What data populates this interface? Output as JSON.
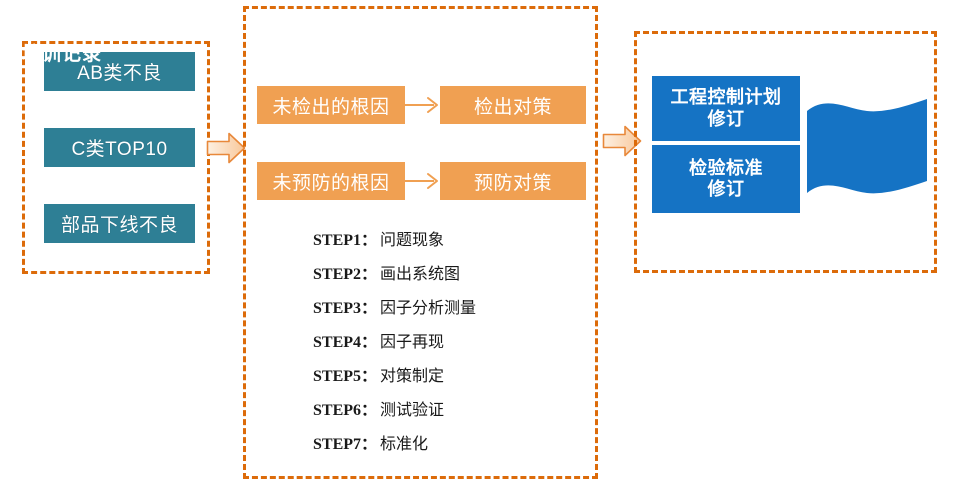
{
  "diagram": {
    "groups": {
      "left": {
        "name": "problem-sources"
      },
      "middle": {
        "name": "analysis-process"
      },
      "right": {
        "name": "standardization-outputs"
      }
    },
    "sources": [
      {
        "label": "AB类不良"
      },
      {
        "label": "C类TOP10"
      },
      {
        "label": "部品下线不良"
      }
    ],
    "causes": [
      {
        "cause": "未检出的根因",
        "action": "检出对策"
      },
      {
        "cause": "未预防的根因",
        "action": "预防对策"
      }
    ],
    "steps": [
      {
        "key": "STEP1：",
        "value": "问题现象"
      },
      {
        "key": "STEP2：",
        "value": "画出系统图"
      },
      {
        "key": "STEP3：",
        "value": "因子分析测量"
      },
      {
        "key": "STEP4：",
        "value": "因子再现"
      },
      {
        "key": "STEP5：",
        "value": "对策制定"
      },
      {
        "key": "STEP6：",
        "value": "测试验证"
      },
      {
        "key": "STEP7：",
        "value": "标准化"
      }
    ],
    "outputs": [
      {
        "label": "工程控制计划\n修订"
      },
      {
        "label": "检验标准\n修订"
      }
    ],
    "banner": {
      "label": "培训记录"
    },
    "colors": {
      "dashed_border": "#DC6B0A",
      "source_box": "#2E7F95",
      "cause_box": "#F0A052",
      "output_box": "#1573C4",
      "banner": "#1573C4",
      "connector_arrow_fill": "#FBDCBE",
      "connector_arrow_stroke": "#E8883A",
      "text_light": "#FFFFFF",
      "text_dark": "#1A1A1A"
    }
  }
}
